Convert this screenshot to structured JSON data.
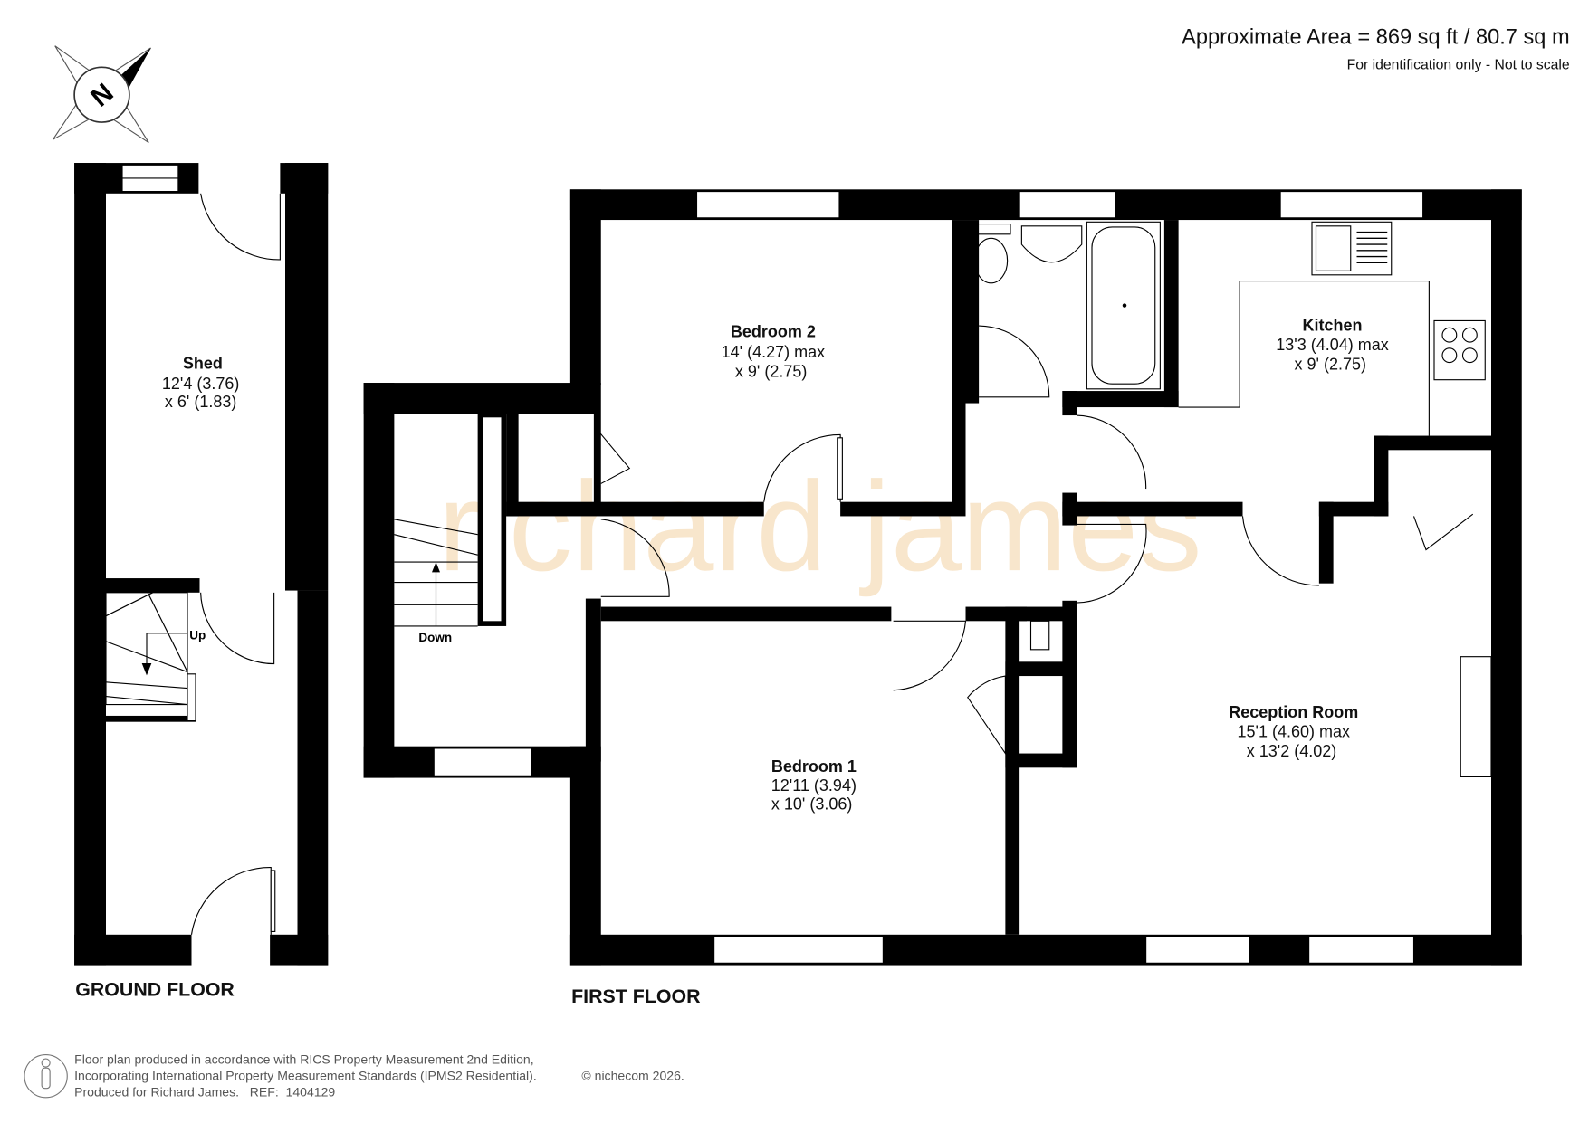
{
  "header": {
    "area": "Approximate Area = 869 sq ft / 80.7 sq m",
    "note": "For identification only - Not to scale"
  },
  "compass": {
    "letter": "N"
  },
  "watermark": "richard james",
  "ground_floor": {
    "label": "GROUND FLOOR",
    "rooms": [
      {
        "name": "Shed",
        "dim1": "12'4 (3.76)",
        "dim2": "x 6' (1.83)"
      }
    ],
    "stairs_label": "Up"
  },
  "first_floor": {
    "label": "FIRST FLOOR",
    "stairs_label": "Down",
    "rooms": [
      {
        "name": "Bedroom 2",
        "dim1": "14' (4.27) max",
        "dim2": "x 9' (2.75)"
      },
      {
        "name": "Kitchen",
        "dim1": "13'3 (4.04) max",
        "dim2": "x 9' (2.75)"
      },
      {
        "name": "Bedroom 1",
        "dim1": "12'11 (3.94)",
        "dim2": "x 10' (3.06)"
      },
      {
        "name": "Reception Room",
        "dim1": "15'1 (4.60) max",
        "dim2": "x 13'2 (4.02)"
      }
    ]
  },
  "footer": {
    "line1": "Floor plan produced in accordance with RICS Property Measurement 2nd Edition,",
    "line2": "Incorporating International Property Measurement Standards (IPMS2 Residential).",
    "copyright": "© nichecom 2026.",
    "line3": "Produced for Richard James.   REF:  1404129"
  }
}
